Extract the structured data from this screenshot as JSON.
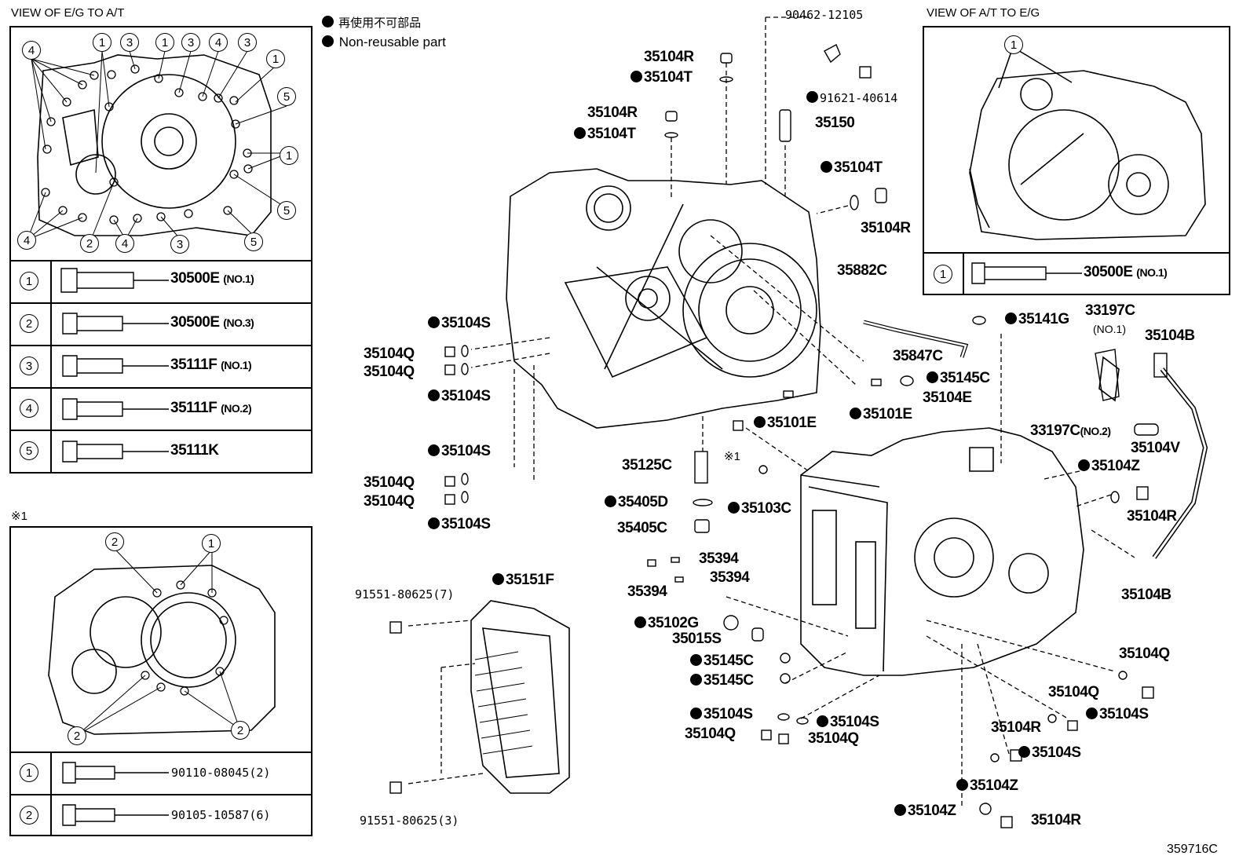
{
  "legend": {
    "jp": "再使用不可部品",
    "en": "Non-reusable part"
  },
  "panel_left_title": "VIEW OF E/G TO A/T",
  "panel_right_title": "VIEW OF A/T TO E/G",
  "note_mark": "※1",
  "diagram_code": "359716C",
  "left_table": [
    {
      "n": "1",
      "part": "30500E",
      "note": "(NO.1)"
    },
    {
      "n": "2",
      "part": "30500E",
      "note": "(NO.3)"
    },
    {
      "n": "3",
      "part": "35111F",
      "note": "(NO.1)"
    },
    {
      "n": "4",
      "part": "35111F",
      "note": "(NO.2)"
    },
    {
      "n": "5",
      "part": "35111K",
      "note": ""
    }
  ],
  "right_table": [
    {
      "n": "1",
      "part": "30500E",
      "note": "(NO.1)"
    }
  ],
  "bottom_table": [
    {
      "n": "1",
      "part": "90110-08045(2)"
    },
    {
      "n": "2",
      "part": "90105-10587(6)"
    }
  ],
  "callouts": {
    "c1": "35104R",
    "c2": "35104T",
    "c3": "35104R",
    "c4": "35104T",
    "c5": "90462-12105",
    "c6": "91621-40614",
    "c7": "35150",
    "c8": "35104T",
    "c9": "35104R",
    "c10": "35882C",
    "c11": "35141G",
    "c12": "33197C",
    "c13": "(NO.1)",
    "c14": "35104B",
    "c15": "35847C",
    "c16": "35145C",
    "c17": "35101E",
    "c18": "35104E",
    "c19": "35101E",
    "c20": "33197C",
    "c21": "(NO.2)",
    "c22": "35104V",
    "c23": "35104Z",
    "c24": "35104R",
    "c25": "35104S",
    "c26": "35104Q",
    "c27": "35104Q",
    "c28": "35104S",
    "c29": "35104S",
    "c30": "35104Q",
    "c31": "35104Q",
    "c32": "35104S",
    "c33": "35125C",
    "c34": "※1",
    "c35": "35405D",
    "c36": "35103C",
    "c37": "35405C",
    "c38": "35394",
    "c39": "35394",
    "c40": "35394",
    "c41": "35104B",
    "c42": "35151F",
    "c43": "91551-80625(7)",
    "c44": "35102G",
    "c45": "35015S",
    "c46": "35145C",
    "c47": "35145C",
    "c48": "35104S",
    "c49": "35104S",
    "c50": "35104Q",
    "c51": "35104Q",
    "c52": "35104Q",
    "c53": "35104Q",
    "c54": "35104S",
    "c55": "35104R",
    "c56": "35104S",
    "c57": "35104Z",
    "c58": "35104Z",
    "c59": "35104R",
    "c60": "91551-80625(3)"
  }
}
